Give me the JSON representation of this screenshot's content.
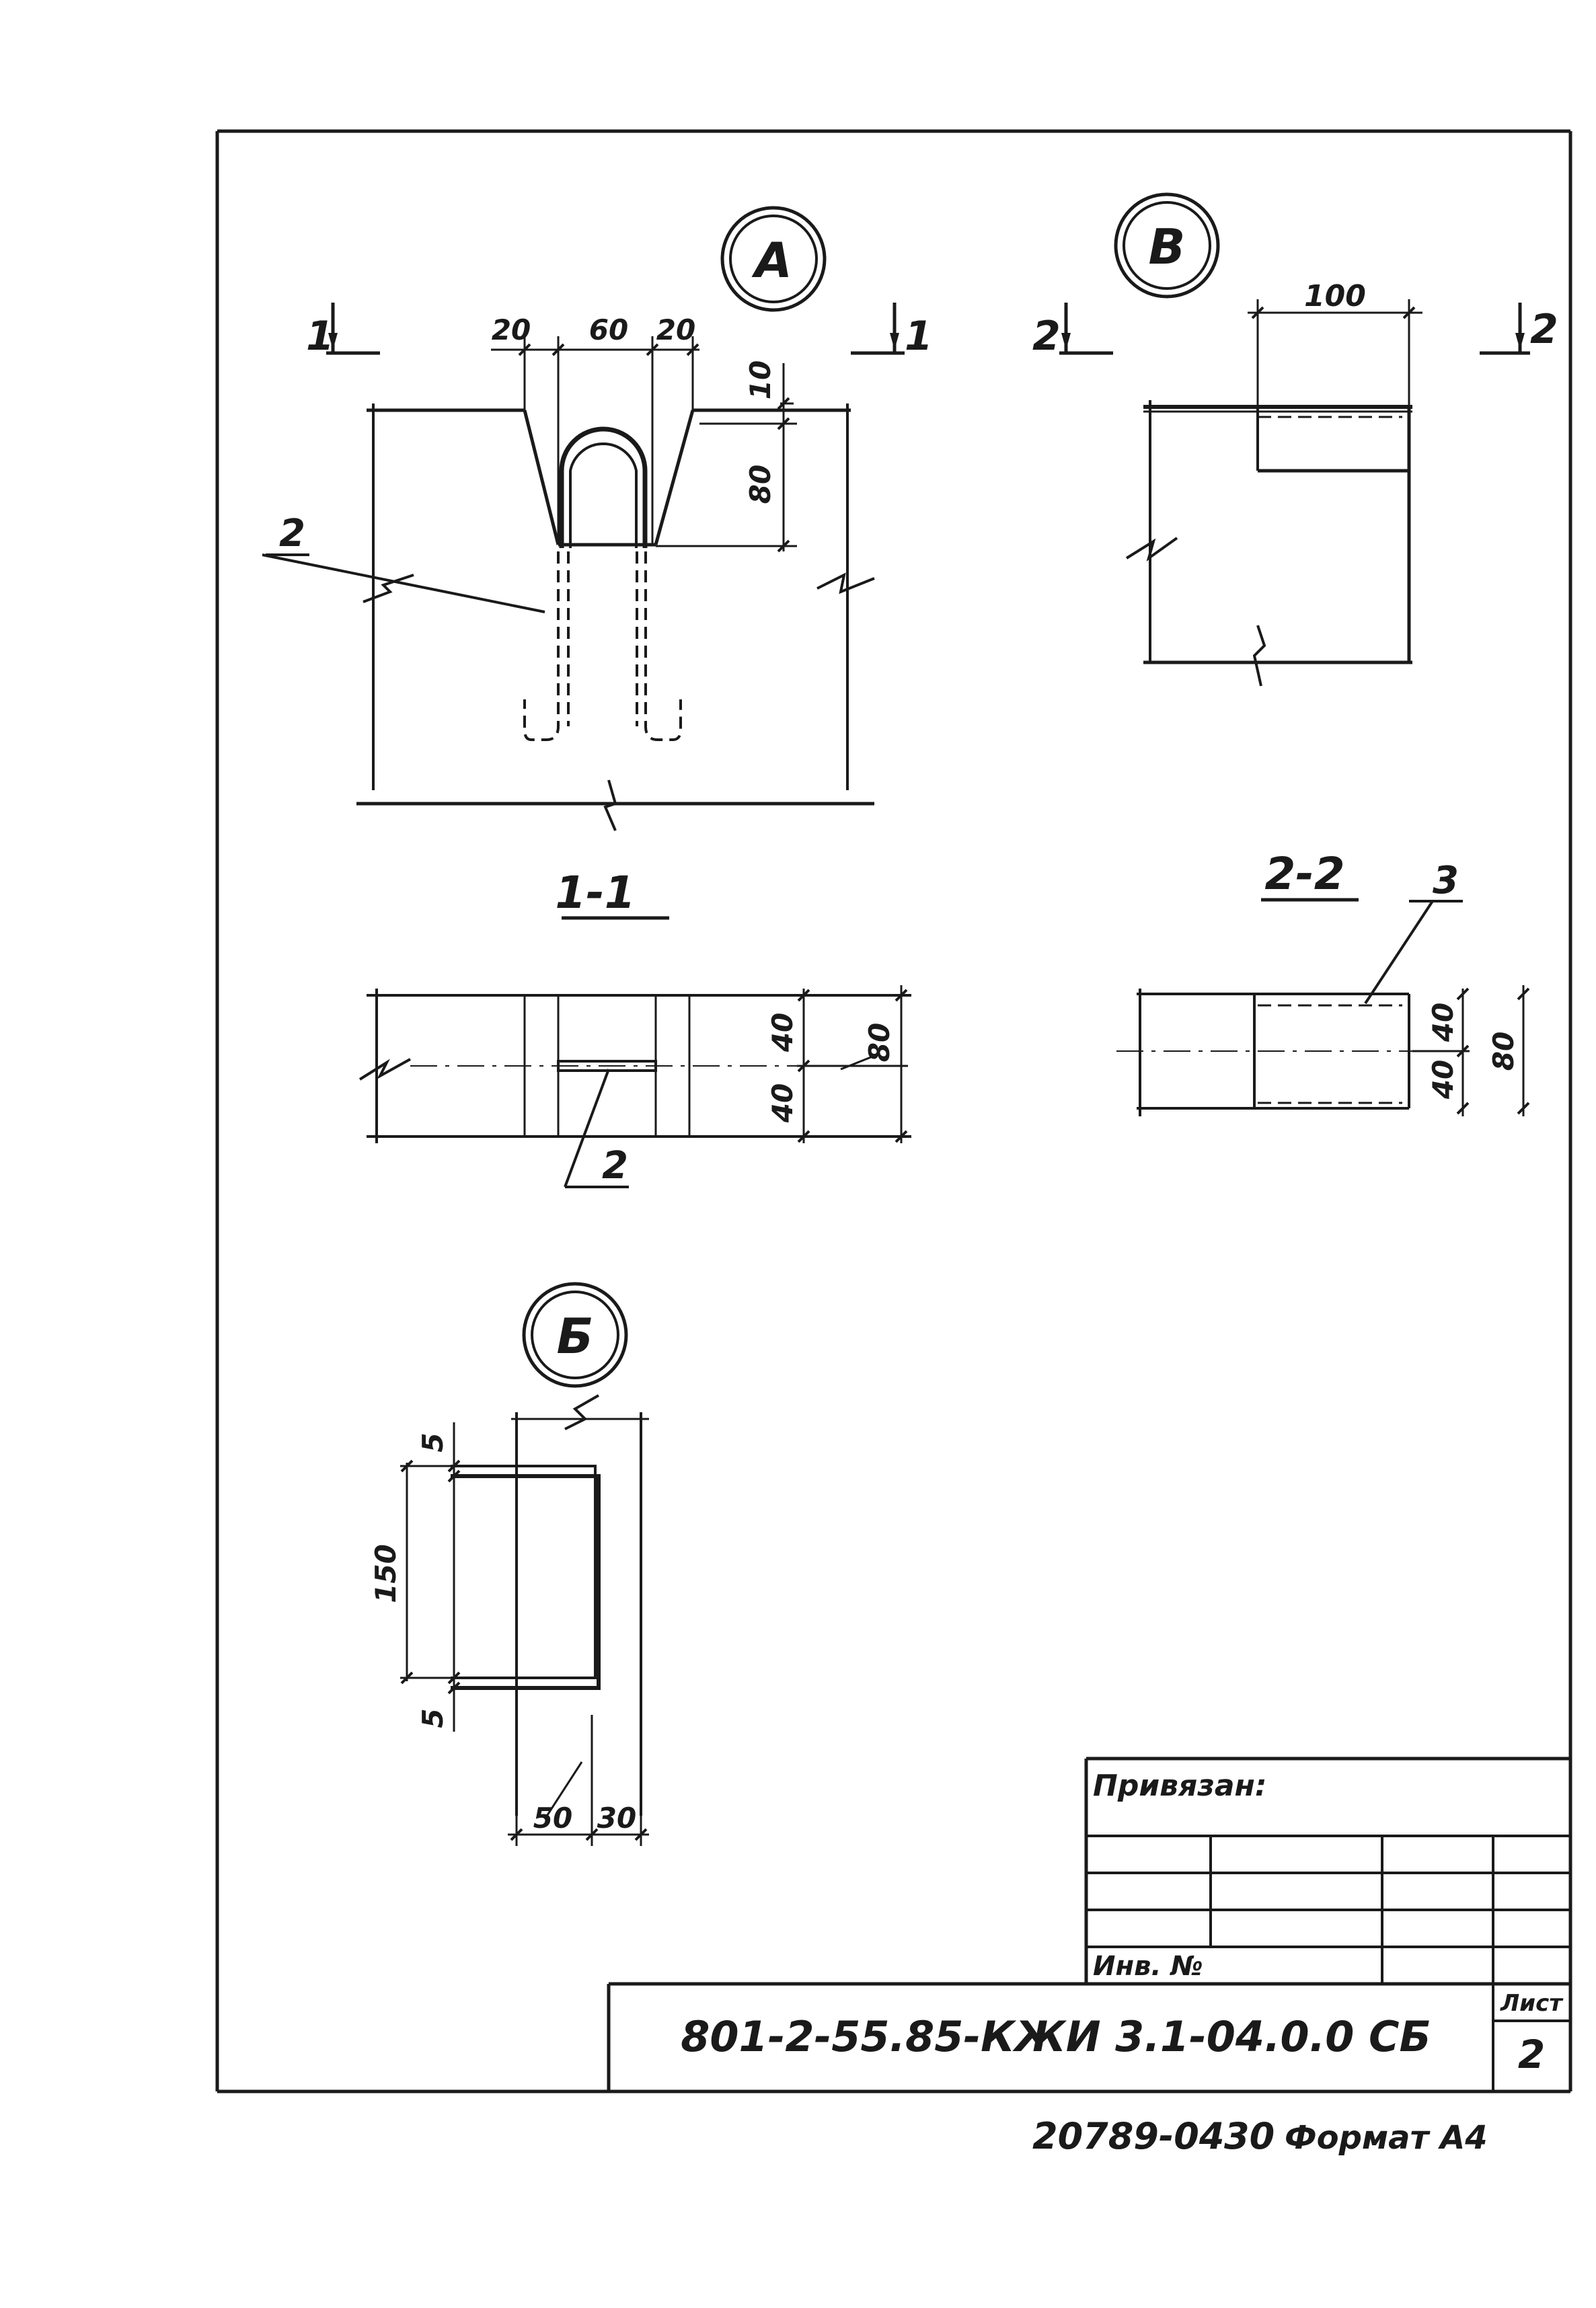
{
  "details": {
    "A": {
      "tag": "А"
    },
    "V": {
      "tag": "В"
    },
    "B": {
      "tag": "Б"
    }
  },
  "cuts": {
    "c1_left": "1",
    "c1_right": "1",
    "c2_left": "2",
    "c2_right": "2",
    "sec11": "1-1",
    "sec22": "2-2"
  },
  "dims": {
    "a_w1": "20",
    "a_w2": "60",
    "a_w3": "20",
    "a_h1": "10",
    "a_h2": "80",
    "v_w": "100",
    "s11_h1": "40",
    "s11_h2": "40",
    "s11_total": "80",
    "s22_h1": "40",
    "s22_h2": "40",
    "s22_total": "80",
    "b_top": "5",
    "b_mid": "150",
    "b_bot": "5",
    "b_w1": "50",
    "b_w2": "30"
  },
  "leaders": {
    "a_pos": "2",
    "s11_pos": "2",
    "s22_pos": "3"
  },
  "title_block": {
    "privyazan": "Привязан:",
    "inv": "Инв. №",
    "code": "801-2-55.85-КЖИ 3.1-04.0.0 СБ",
    "sheet_label": "Лист",
    "sheet_num": "2"
  },
  "footer": {
    "order": "20789-04",
    "num": "30",
    "format": "Формат А4"
  }
}
